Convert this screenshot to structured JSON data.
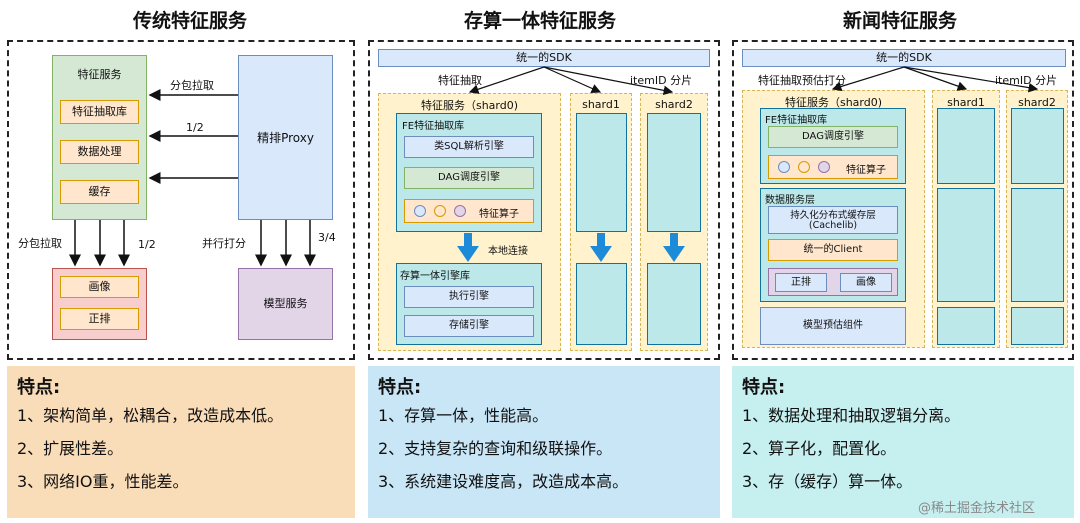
{
  "panel1": {
    "title": "传统特征服务",
    "feature_service": "特征服务",
    "extract_lib": "特征抽取库",
    "data_proc": "数据处理",
    "cache": "缓存",
    "proxy": "精排Proxy",
    "label_fetch_top": "分包拉取",
    "label_half_top": "1/2",
    "label_fetch_left": "分包拉取",
    "label_half_bottom": "1/2",
    "label_parallel": "并行打分",
    "label_three_quarters": "3/4",
    "portrait": "画像",
    "inverted": "正排",
    "model_service": "模型服务",
    "notes_title": "特点:",
    "notes": [
      "1、架构简单，松耦合，改造成本低。",
      "2、扩展性差。",
      "3、网络IO重，性能差。"
    ]
  },
  "panel2": {
    "title": "存算一体特征服务",
    "sdk": "统一的SDK",
    "label_extract": "特征抽取",
    "label_itemid": "itemID 分片",
    "shard0": "特征服务（shard0)",
    "shard1": "shard1",
    "shard2": "shard2",
    "fe_lib": "FE特征抽取库",
    "sql_engine": "类SQL解析引擎",
    "dag_engine": "DAG调度引擎",
    "operator": "特征算子",
    "local_conn": "本地连接",
    "engine_lib": "存算一体引擎库",
    "exec_engine": "执行引擎",
    "storage_engine": "存储引擎",
    "notes_title": "特点:",
    "notes": [
      "1、存算一体，性能高。",
      "2、支持复杂的查询和级联操作。",
      "3、系统建设难度高，改造成本高。"
    ]
  },
  "panel3": {
    "title": "新闻特征服务",
    "sdk": "统一的SDK",
    "label_extract": "特征抽取预估打分",
    "label_itemid": "itemID 分片",
    "shard0": "特征服务（shard0)",
    "shard1": "shard1",
    "shard2": "shard2",
    "fe_lib": "FE特征抽取库",
    "dag_engine": "DAG调度引擎",
    "operator": "特征算子",
    "data_layer": "数据服务层",
    "cache_layer_1": "持久化分布式缓存层",
    "cache_layer_2": "(Cachelib)",
    "client": "统一的Client",
    "inverted": "正排",
    "portrait": "画像",
    "model_component": "模型预估组件",
    "notes_title": "特点:",
    "notes": [
      "1、数据处理和抽取逻辑分离。",
      "2、算子化，配置化。",
      "3、存（缓存）算一体。"
    ]
  },
  "watermark": "@稀土掘金技术社区",
  "colors": {
    "note1_bg": "#f9dcb8",
    "note2_bg": "#c9e6f7",
    "note3_bg": "#c6eff0",
    "arrow_blue": "#1e8bd8"
  }
}
